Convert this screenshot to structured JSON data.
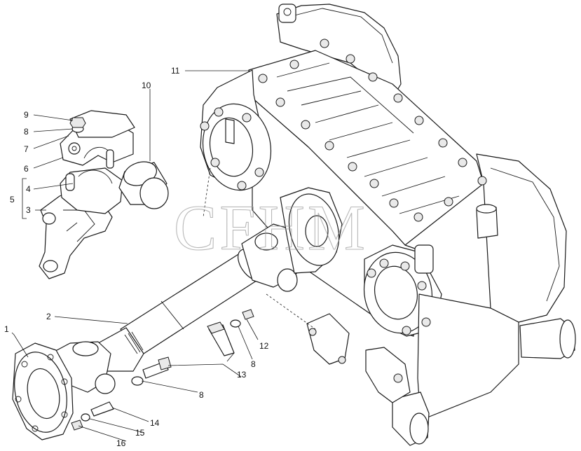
{
  "diagram": {
    "watermark": "CFHM",
    "callouts": [
      {
        "id": "c1",
        "text": "1"
      },
      {
        "id": "c2",
        "text": "2"
      },
      {
        "id": "c3",
        "text": "3"
      },
      {
        "id": "c4",
        "text": "4"
      },
      {
        "id": "c5",
        "text": "5"
      },
      {
        "id": "c6",
        "text": "6"
      },
      {
        "id": "c7",
        "text": "7"
      },
      {
        "id": "c8a",
        "text": "8"
      },
      {
        "id": "c8b",
        "text": "8"
      },
      {
        "id": "c8c",
        "text": "8"
      },
      {
        "id": "c9",
        "text": "9"
      },
      {
        "id": "c10",
        "text": "10"
      },
      {
        "id": "c11",
        "text": "11"
      },
      {
        "id": "c12",
        "text": "12"
      },
      {
        "id": "c13",
        "text": "13"
      },
      {
        "id": "c14",
        "text": "14"
      },
      {
        "id": "c15",
        "text": "15"
      },
      {
        "id": "c16",
        "text": "16"
      }
    ]
  }
}
